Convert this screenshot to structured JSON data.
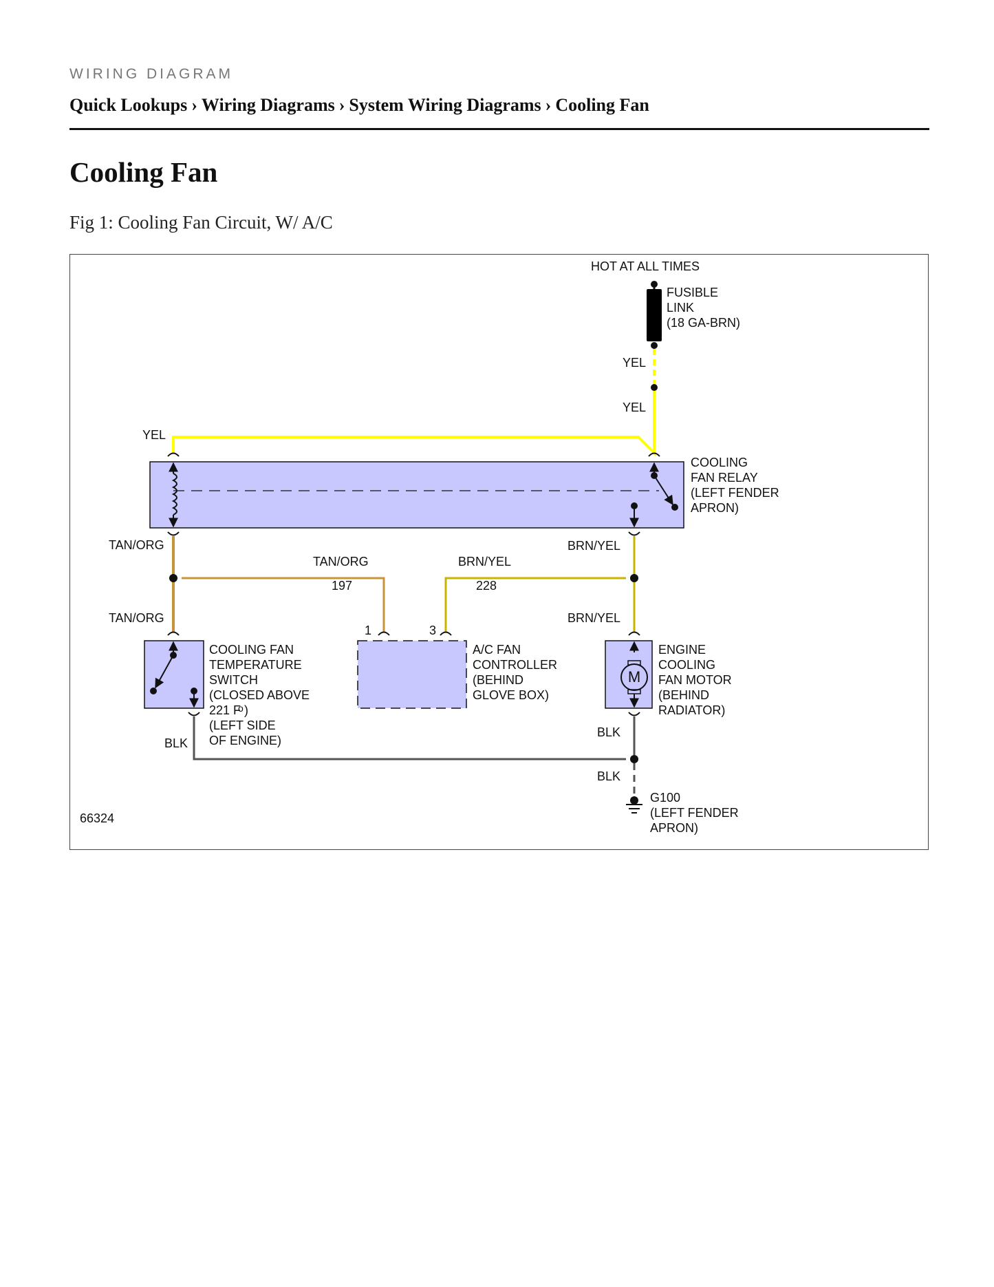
{
  "header": {
    "eyebrow": "WIRING DIAGRAM",
    "breadcrumb": [
      "Quick Lookups",
      "Wiring Diagrams",
      "System Wiring Diagrams",
      "Cooling Fan"
    ],
    "separator": "›"
  },
  "page": {
    "title": "Cooling Fan",
    "figure_caption": "Fig 1: Cooling Fan Circuit, W/ A/C"
  },
  "diagram": {
    "colors": {
      "yellow": "#ffff00",
      "tan_org": "#c8943a",
      "brn_yel": "#c8b400",
      "blk": "#555555",
      "component_fill": "#c8c8ff"
    },
    "power": {
      "hot_label": "HOT AT ALL TIMES",
      "fusible_link": [
        "FUSIBLE",
        "LINK",
        "(18 GA-BRN)"
      ]
    },
    "wires": {
      "yel": "YEL",
      "tan_org": "TAN/ORG",
      "brn_yel": "BRN/YEL",
      "blk": "BLK",
      "circuit_197": "197",
      "circuit_228": "228"
    },
    "relay": {
      "label": [
        "COOLING",
        "FAN RELAY",
        "(LEFT FENDER",
        "APRON)"
      ]
    },
    "temp_switch": {
      "label": [
        "COOLING FAN",
        "TEMPERATURE",
        "SWITCH",
        "(CLOSED ABOVE",
        "221 F )",
        "(LEFT SIDE",
        "OF ENGINE)"
      ],
      "degree": "o"
    },
    "controller": {
      "label": [
        "A/C FAN",
        "CONTROLLER",
        "(BEHIND",
        "GLOVE BOX)"
      ],
      "pin_1": "1",
      "pin_3": "3"
    },
    "motor": {
      "label": [
        "ENGINE",
        "COOLING",
        "FAN MOTOR",
        "(BEHIND",
        "RADIATOR)"
      ],
      "symbol": "M"
    },
    "ground": {
      "label": [
        "G100",
        "(LEFT FENDER",
        "APRON)"
      ]
    },
    "figure_id": "66324"
  }
}
